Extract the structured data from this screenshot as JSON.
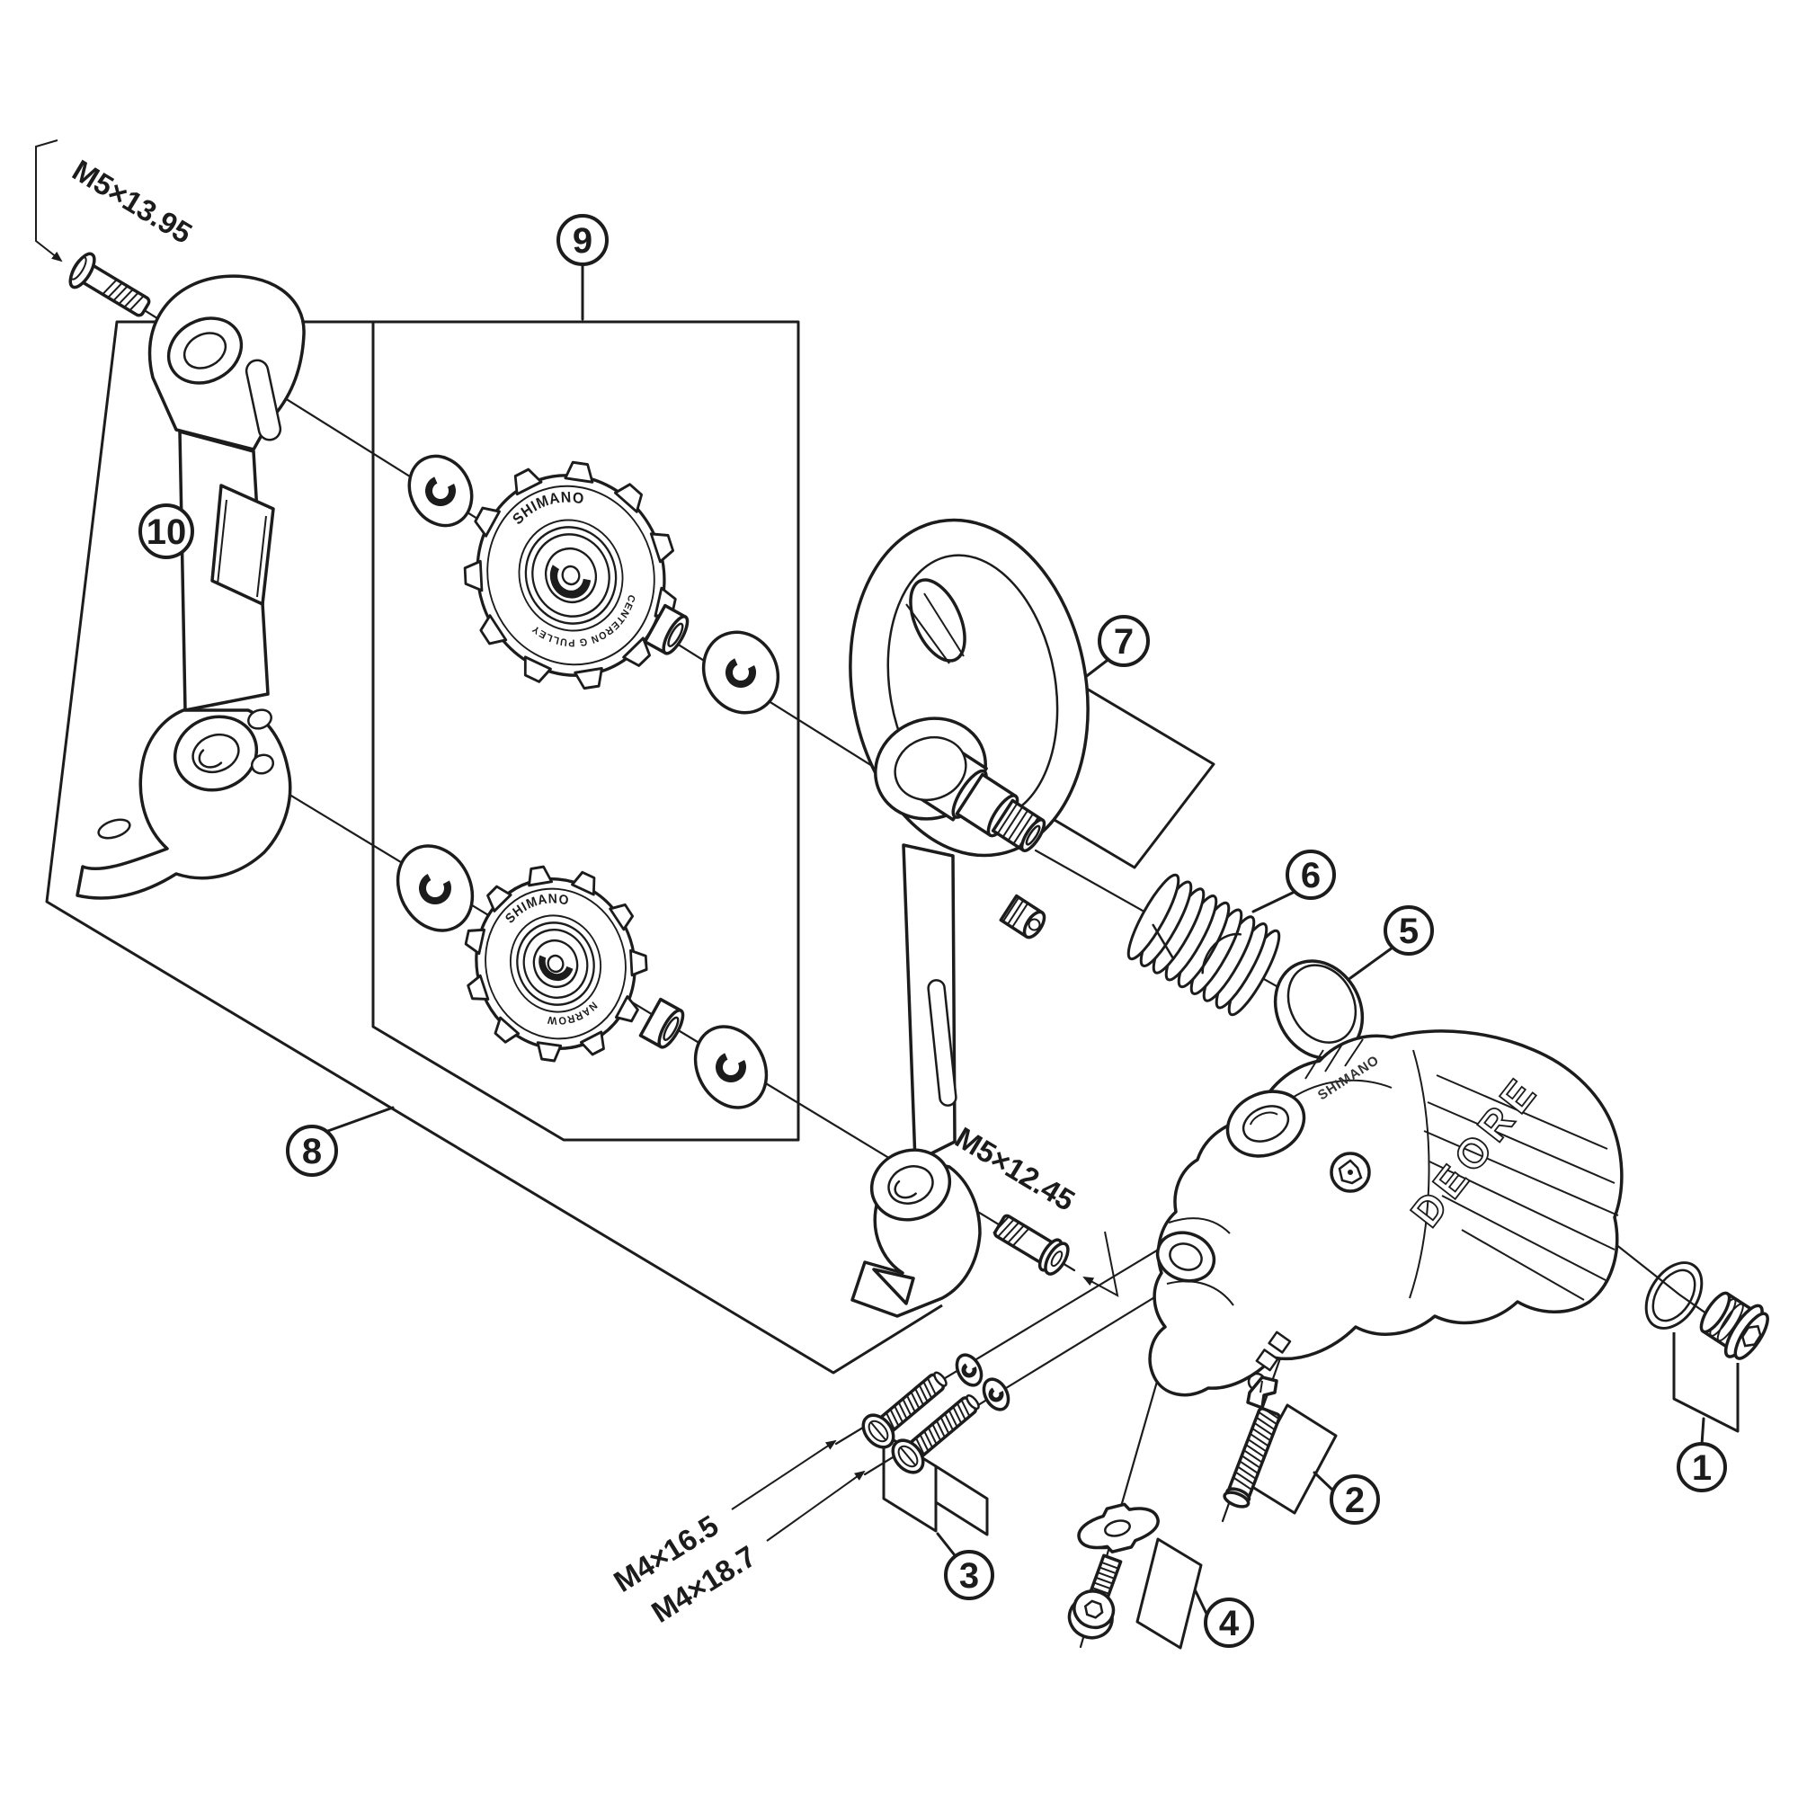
{
  "page": {
    "background": "#ffffff"
  },
  "diagram": {
    "ink": "#1c1c1c",
    "callouts": {
      "c1": {
        "label": "1"
      },
      "c2": {
        "label": "2"
      },
      "c3": {
        "label": "3"
      },
      "c4": {
        "label": "4"
      },
      "c5": {
        "label": "5"
      },
      "c6": {
        "label": "6"
      },
      "c7": {
        "label": "7"
      },
      "c8": {
        "label": "8"
      },
      "c9": {
        "label": "9"
      },
      "c10": {
        "label": "10"
      }
    },
    "dimensions": {
      "upper_pivot_bolt": "M5×13.95",
      "cage_stopper_bolt": "M5×12.45",
      "screw_short": "M4×16.5",
      "screw_long": "M4×18.7"
    },
    "pulley_upper": {
      "brand": "SHIMANO",
      "type_label": "CENTERON G PULLEY"
    },
    "pulley_lower": {
      "brand": "SHIMANO",
      "type_label": "NARROW"
    },
    "body": {
      "series_label": "DEORE",
      "brand_label": "SHIMANO"
    }
  }
}
